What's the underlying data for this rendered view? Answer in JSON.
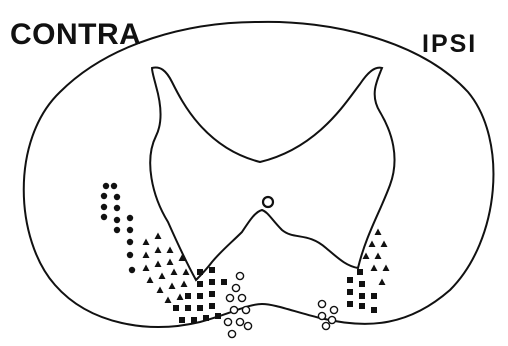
{
  "labels": {
    "left": "CONTRA",
    "right": "IPSI"
  },
  "colors": {
    "ink": "#111111",
    "paper": "#ffffff"
  },
  "marker_types": [
    "filled-circle",
    "filled-triangle",
    "filled-square",
    "open-circle"
  ]
}
